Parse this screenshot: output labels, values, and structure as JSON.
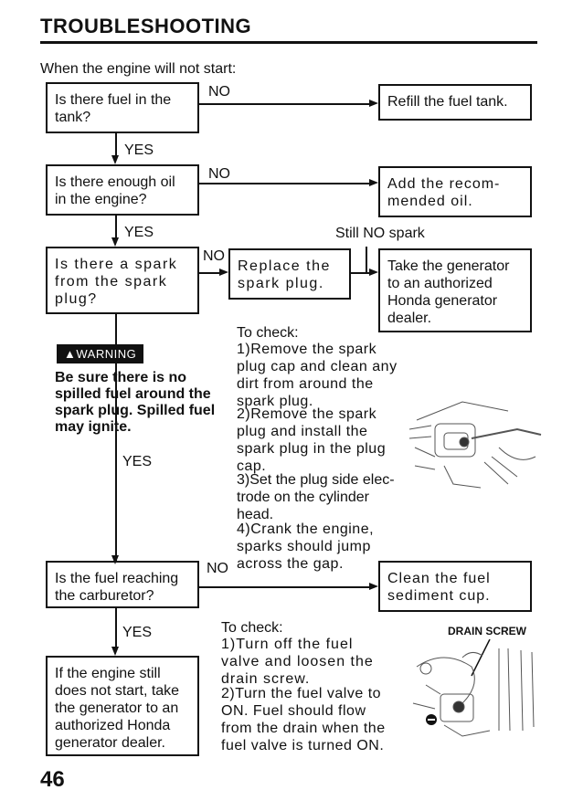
{
  "page": {
    "title": "TROUBLESHOOTING",
    "intro": "When the engine will not start:",
    "page_number": "46"
  },
  "flow": {
    "q1": "Is there fuel in the tank?",
    "a1": "Refill the fuel tank.",
    "q2": "Is there enough oil in the engine?",
    "a2": "Add the recom-mended oil.",
    "q3": "Is there a spark from the spark plug?",
    "a3": "Replace the spark plug.",
    "a3b": "Take the generator to an authorized Honda generator dealer.",
    "still_no": "Still NO spark",
    "q4": "Is the fuel reaching the carburetor?",
    "a4": "Clean the fuel sediment cup.",
    "end": "If the engine still does not start, take the generator to an authorized Honda generator dealer.",
    "no": "NO",
    "yes": "YES"
  },
  "warning": {
    "badge": "▲WARNING",
    "text": "Be sure there is no spilled fuel around the spark plug. Spilled fuel may ignite."
  },
  "check1": {
    "heading": "To check:",
    "steps": [
      "1)Remove the spark plug cap and clean any dirt from around the spark plug.",
      "2)Remove the spark plug and install the spark plug in the plug cap.",
      "3)Set the plug side elec-trode on the cylinder head.",
      "4)Crank the engine, sparks should jump across the gap."
    ]
  },
  "check2": {
    "heading": "To check:",
    "steps": [
      "1)Turn off the fuel valve and loosen the drain screw.",
      "2)Turn the fuel valve to ON. Fuel should flow from the drain when the fuel valve is turned ON."
    ],
    "illus_label": "DRAIN SCREW"
  },
  "icons": {
    "spark_illustration": "spark-plug-illustration",
    "drain_illustration": "drain-screw-illustration"
  }
}
